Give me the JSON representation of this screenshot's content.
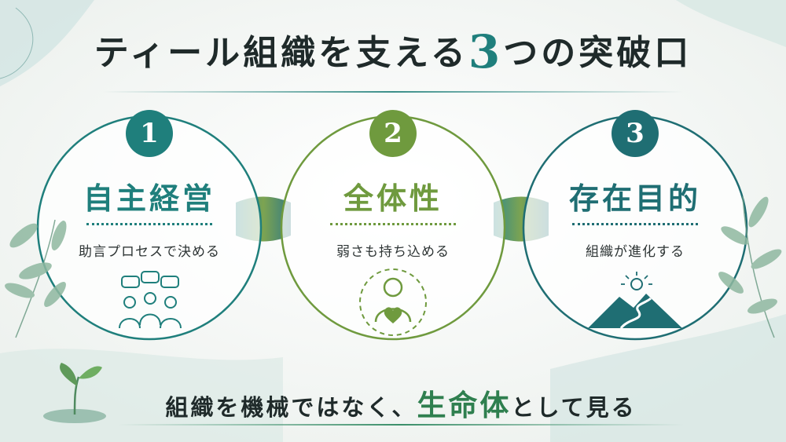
{
  "title": {
    "main": "ティール組織を支える",
    "number": "3",
    "suffix": "つの突破口"
  },
  "pillars": [
    {
      "number": "1",
      "title": "自主経営",
      "description": "助言プロセスで決める",
      "icon": "people-speech-icon",
      "color": "#1f7f7c"
    },
    {
      "number": "2",
      "title": "全体性",
      "description": "弱さも持ち込める",
      "icon": "person-heart-icon",
      "color": "#6f9a3e"
    },
    {
      "number": "3",
      "title": "存在目的",
      "description": "組織が進化する",
      "icon": "mountain-sunrise-icon",
      "color": "#1f6e73"
    }
  ],
  "tagline": {
    "before": "組織を機械ではなく、",
    "emphasis": "生命体",
    "after": "として見る"
  },
  "colors": {
    "teal": "#1f7f7c",
    "green": "#6f9a3e",
    "dark": "#1f2a2a"
  }
}
